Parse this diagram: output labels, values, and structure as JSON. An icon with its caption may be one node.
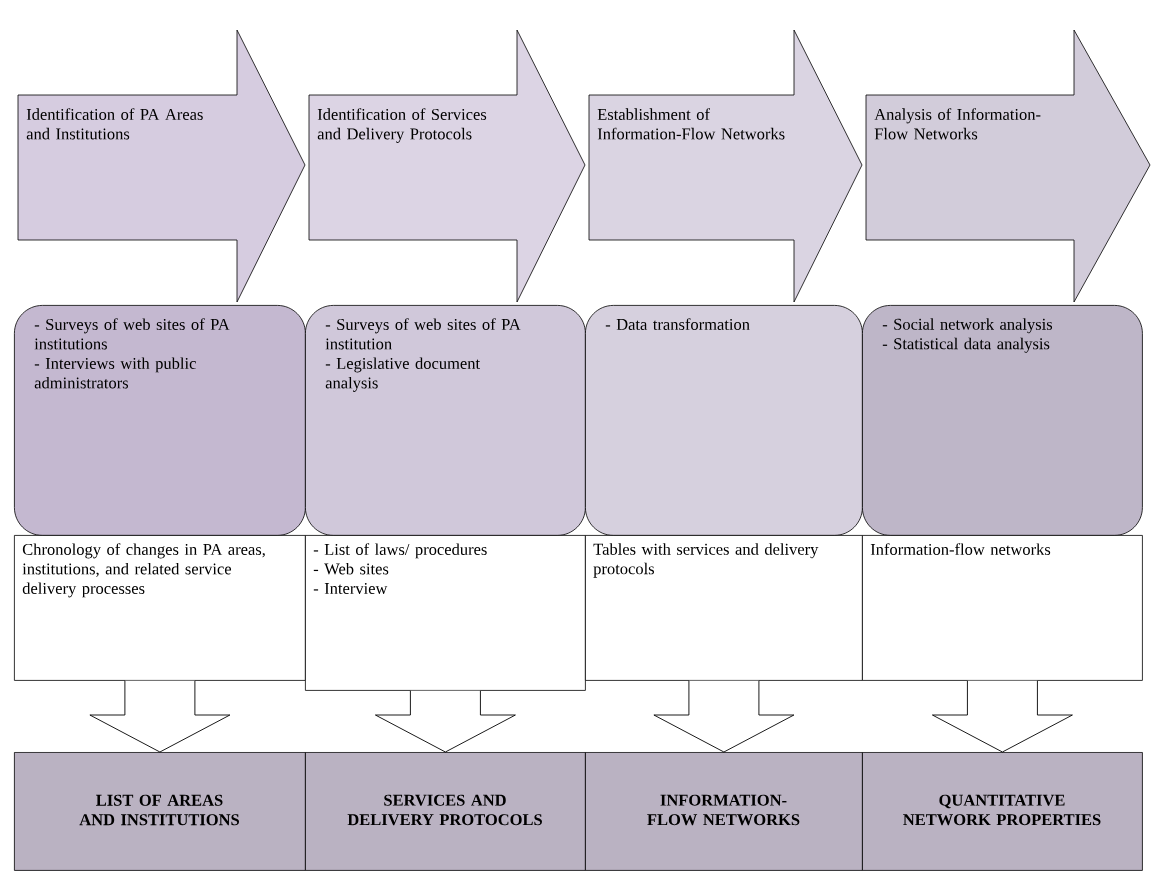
{
  "diagram": {
    "nodes": [
      {
        "text": [
          "Identification of PA Areas and Institutions"
        ]
      },
      {
        "text": [
          "Identification of Services and Delivery Protocols"
        ]
      },
      {
        "text": [
          "Establishment of Information-Flow Networks"
        ]
      },
      {
        "text": [
          "Analysis of Information-Flow Networks"
        ]
      },
      {
        "text": [
          "- Surveys of web sites of PA institutions",
          "- Interviews with public administrators"
        ]
      },
      {
        "text": [
          "- Surveys of web sites of PA institution",
          "- Legislative document analysis"
        ]
      },
      {
        "text": [
          "- Data transformation"
        ]
      },
      {
        "text": [
          "- Social network analysis",
          "- Statistical data analysis"
        ]
      },
      {
        "text": [
          "Chronology of changes in PA areas, institutions, and related service delivery processes"
        ]
      },
      {
        "text": [
          "- List of laws/ procedures",
          "- Web sites",
          "- Interview"
        ]
      },
      {
        "text": [
          "Tables with services and delivery protocols"
        ]
      },
      {
        "text": [
          "Information-flow networks"
        ]
      },
      {
        "text": [
          "LIST OF AREAS AND INSTITUTIONS"
        ]
      },
      {
        "text": [
          "SERVICES AND DELIVERY PROTOCOLS"
        ]
      },
      {
        "text": [
          "INFORMATION-FLOW NETWORKS"
        ]
      },
      {
        "text": [
          "QUANTITATIVE NETWORK PROPERTIES"
        ]
      }
    ],
    "edges": [
      {
        "from": 8,
        "to": 12,
        "arrow": "to"
      },
      {
        "from": 9,
        "to": 13,
        "arrow": "to"
      },
      {
        "from": 10,
        "to": 14,
        "arrow": "to"
      },
      {
        "from": 11,
        "to": 15,
        "arrow": "to"
      }
    ]
  }
}
